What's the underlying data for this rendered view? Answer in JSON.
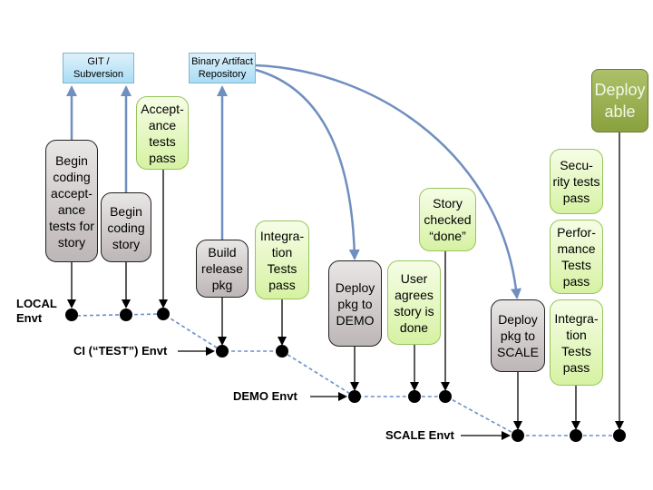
{
  "repositories": {
    "git": "GIT /\nSubversion",
    "binary_artifact": "Binary Artifact\nRepository"
  },
  "environments": {
    "local": "LOCAL\nEnvt",
    "ci": "CI (“TEST”) Envt",
    "demo": "DEMO Envt",
    "scale": "SCALE Envt"
  },
  "steps": {
    "begin_coding_acceptance": "Begin\ncoding\naccept-\nance\ntests for\nstory",
    "begin_coding_story": "Begin\ncoding\nstory",
    "acceptance_tests_pass": "Accept-\nance\ntests\npass",
    "build_release_pkg": "Build\nrelease\npkg",
    "integration_tests_pass_ci": "Integra-\ntion\nTests\npass",
    "deploy_pkg_demo": "Deploy\npkg to\nDEMO",
    "user_agrees": "User\nagrees\nstory is\ndone",
    "story_checked_done": "Story\nchecked\n“done”",
    "deploy_pkg_scale": "Deploy\npkg to\nSCALE",
    "security_tests_pass": "Secu-\nrity tests\npass",
    "performance_tests_pass": "Perfor-\nmance\nTests\npass",
    "integration_tests_pass_scale": "Integra-\ntion\nTests\npass",
    "deployable": "Deploy\nable"
  },
  "colors": {
    "step_gray": "#d8d3d3",
    "step_green": "#e6f7c4",
    "deployable_green": "#9bb152",
    "repository_blue": "#bfe6f8",
    "arrow_blue": "#6f8fbf",
    "timeline_dashed": "#6a8fc8"
  }
}
